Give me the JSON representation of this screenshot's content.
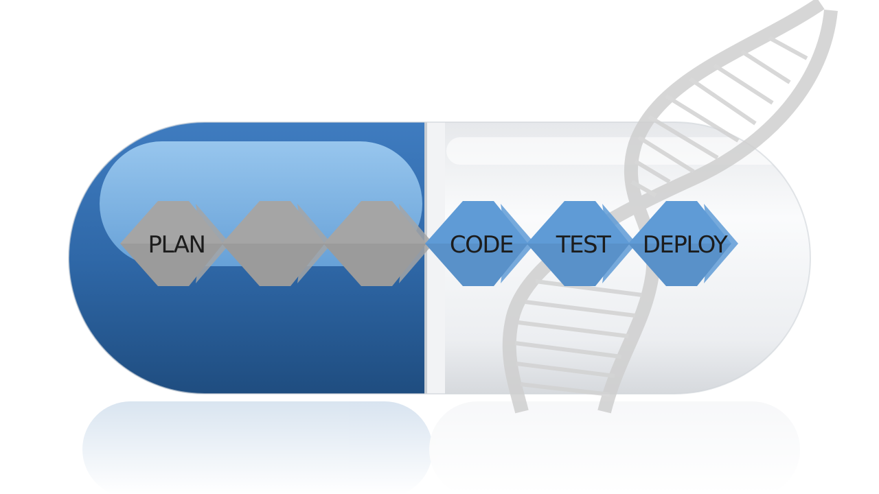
{
  "steps": [
    {
      "label": "PLAN",
      "state": "inactive"
    },
    {
      "label": "",
      "state": "inactive"
    },
    {
      "label": "",
      "state": "inactive"
    },
    {
      "label": "CODE",
      "state": "active"
    },
    {
      "label": "TEST",
      "state": "active"
    },
    {
      "label": "DEPLOY",
      "state": "active"
    }
  ],
  "colors": {
    "capsule_blue": "#2f66a3",
    "capsule_blue_light": "#7cb1e0",
    "capsule_white": "#f4f5f7",
    "step_inactive": "#a5a5a5",
    "step_active": "#5f9bd6",
    "dna": "#d6d6d6"
  },
  "icons": [
    "capsule-pill",
    "dna-helix",
    "chevron-arrow"
  ]
}
